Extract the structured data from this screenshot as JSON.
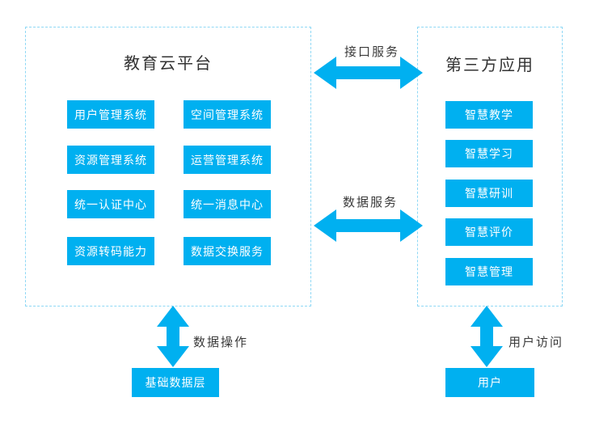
{
  "left_panel": {
    "title": "教育云平台",
    "modules": [
      "用户管理系统",
      "空间管理系统",
      "资源管理系统",
      "运营管理系统",
      "统一认证中心",
      "统一消息中心",
      "资源转码能力",
      "数据交换服务"
    ]
  },
  "right_panel": {
    "title": "第三方应用",
    "apps": [
      "智慧教学",
      "智慧学习",
      "智慧研训",
      "智慧评价",
      "智慧管理"
    ]
  },
  "connectors": {
    "interface_service": "接口服务",
    "data_service": "数据服务",
    "data_operation": "数据操作",
    "user_access": "用户访问"
  },
  "nodes": {
    "base_data_layer": "基础数据层",
    "user": "用户"
  },
  "colors": {
    "node_blue": "#00B0F0",
    "dashed_border_blue": "#8FD8F5",
    "label_text": "#3A3A3A",
    "node_text": "#FFFFFF"
  }
}
